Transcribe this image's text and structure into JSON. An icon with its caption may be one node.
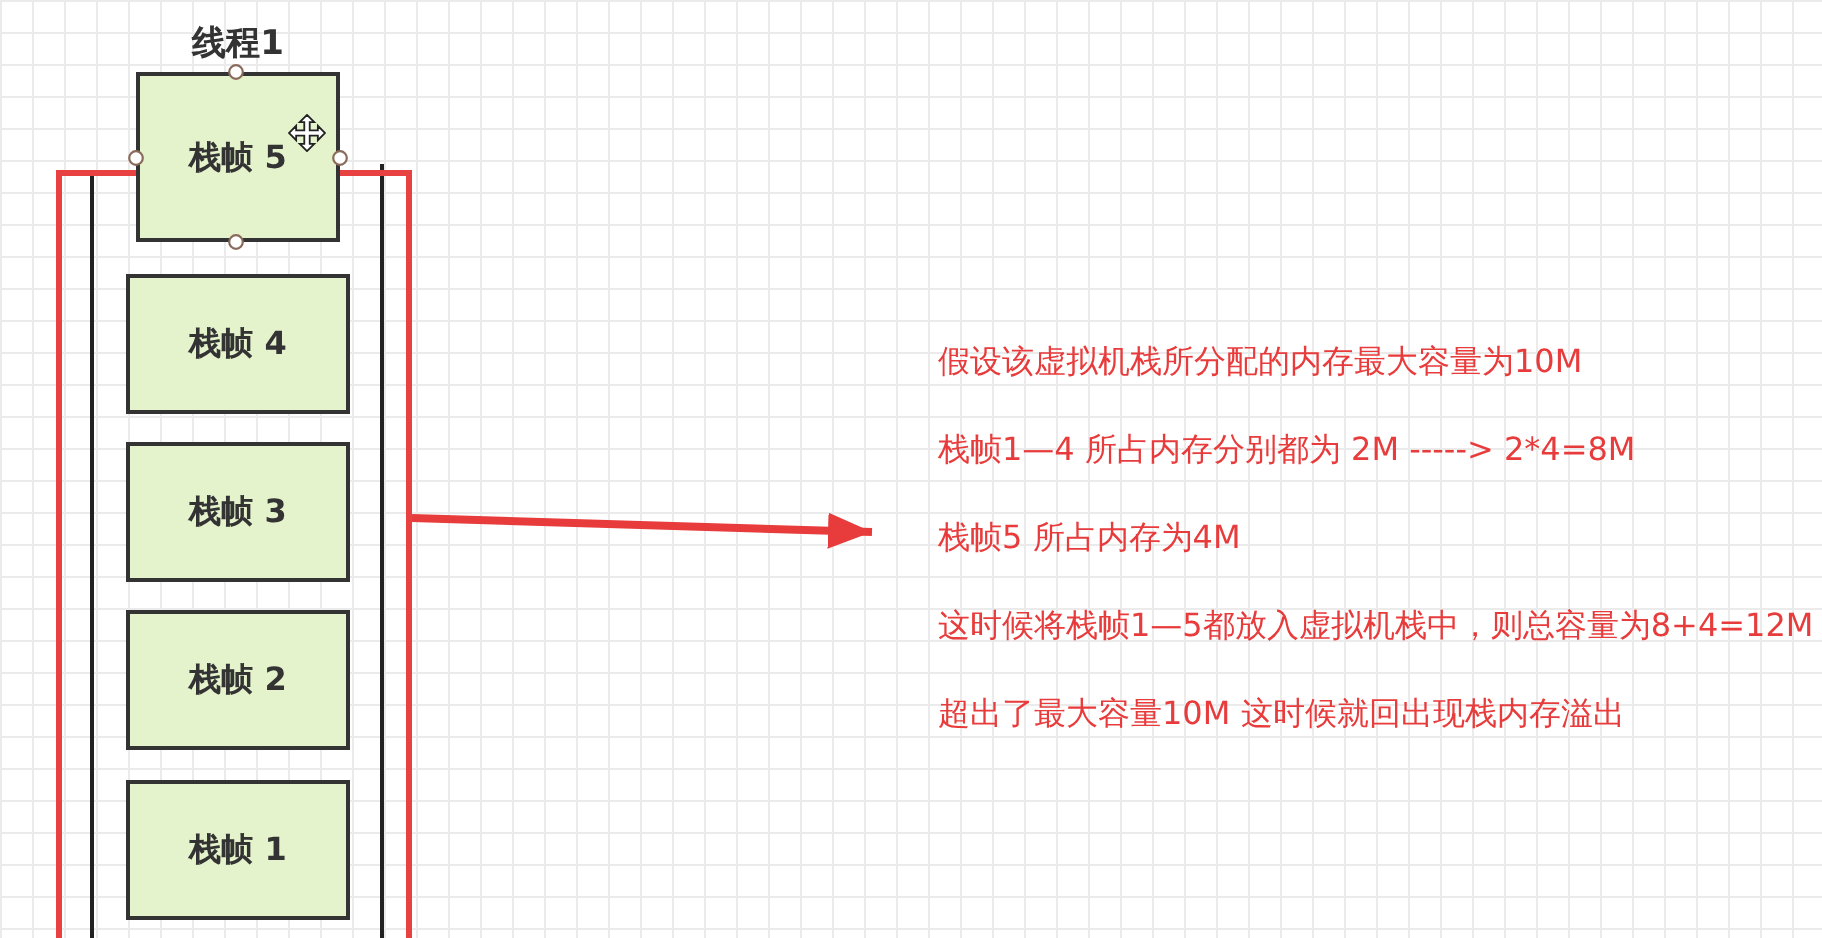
{
  "diagram": {
    "nodes": [
      {
        "text": [
          "栈帧 5"
        ]
      },
      {
        "text": [],
        "shape": "box"
      },
      {
        "text": [
          "栈帧 4"
        ],
        "in": 1
      },
      {
        "text": [
          "栈帧 3"
        ],
        "in": 1
      },
      {
        "text": [
          "栈帧 2"
        ],
        "in": 1
      },
      {
        "text": [
          "栈帧 1"
        ],
        "in": 1
      },
      {
        "text": [
          "假设该虚拟机栈所分配的内存最大容量为10M",
          "栈帧1—4 所占内存分别都为 2M -----> 2*4=8M",
          "栈帧5 所占内存为4M",
          "这时候将栈帧1—5都放入虚拟机栈中，则总容量为8+4=12M",
          "超出了最大容量10M 这时候就回出现栈内存溢出"
        ]
      }
    ],
    "edges": [
      {
        "from": 1,
        "to": 6,
        "arrow": "to",
        "color": "#e83b3b"
      }
    ],
    "labels": [
      "线程1"
    ]
  }
}
